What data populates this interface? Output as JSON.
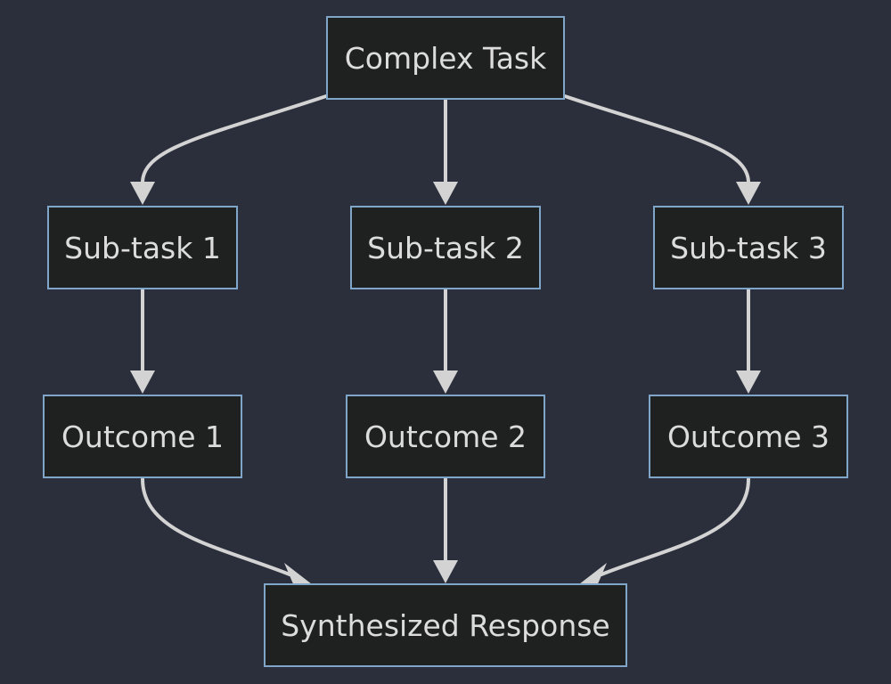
{
  "diagram": {
    "nodes": {
      "complex_task": "Complex Task",
      "subtask_1": "Sub-task 1",
      "subtask_2": "Sub-task 2",
      "subtask_3": "Sub-task 3",
      "outcome_1": "Outcome 1",
      "outcome_2": "Outcome 2",
      "outcome_3": "Outcome 3",
      "synthesized_response": "Synthesized Response"
    },
    "edges": [
      {
        "from": "Complex Task",
        "to": "Sub-task 1"
      },
      {
        "from": "Complex Task",
        "to": "Sub-task 2"
      },
      {
        "from": "Complex Task",
        "to": "Sub-task 3"
      },
      {
        "from": "Sub-task 1",
        "to": "Outcome 1"
      },
      {
        "from": "Sub-task 2",
        "to": "Outcome 2"
      },
      {
        "from": "Sub-task 3",
        "to": "Outcome 3"
      },
      {
        "from": "Outcome 1",
        "to": "Synthesized Response"
      },
      {
        "from": "Outcome 2",
        "to": "Synthesized Response"
      },
      {
        "from": "Outcome 3",
        "to": "Synthesized Response"
      }
    ],
    "colors": {
      "background": "#2b2f3c",
      "node_fill": "#1f2020",
      "node_border": "#7fa6c8",
      "text": "#dcdcdc",
      "edge": "#d3d3d3"
    }
  }
}
